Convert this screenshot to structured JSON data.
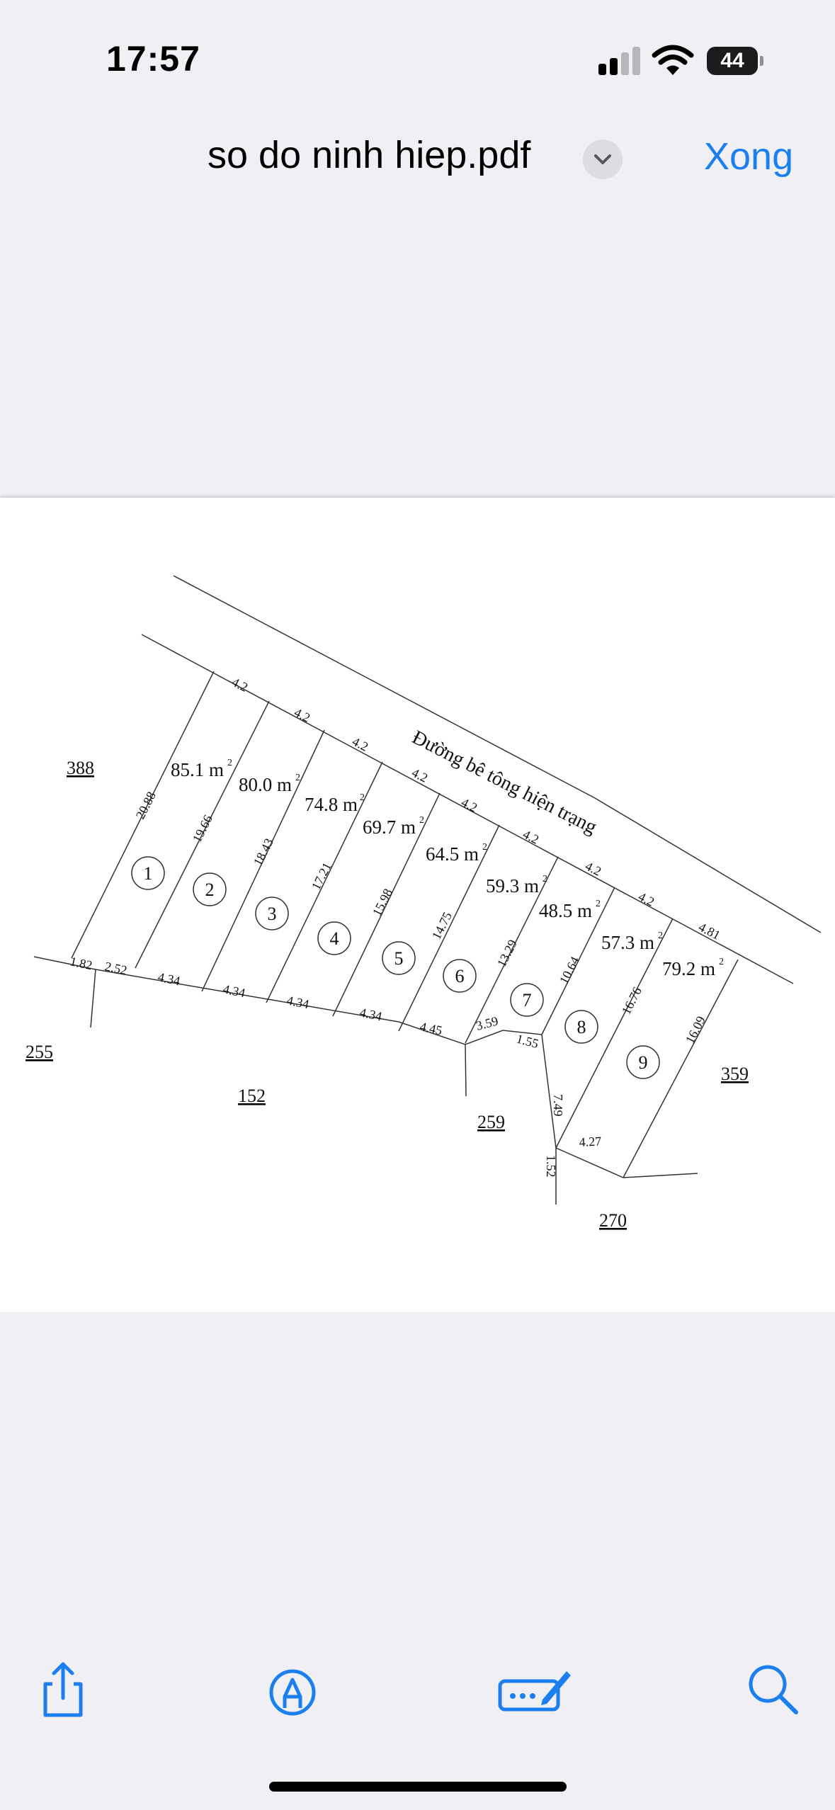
{
  "status_bar": {
    "time": "17:57",
    "battery_level": "44",
    "icons": [
      "cellular-signal-icon",
      "wifi-icon",
      "battery-icon"
    ]
  },
  "nav": {
    "document_title": "so do ninh hiep.pdf",
    "done_label": "Xong",
    "accent_color": "#1c7ff0"
  },
  "plan": {
    "road_label": "Đường bê tông hiện trạng",
    "lots": [
      {
        "number": "1",
        "area": "85.1 m",
        "area_sup": "2",
        "side_length": "20.88"
      },
      {
        "number": "2",
        "area": "80.0 m",
        "area_sup": "2",
        "side_length": "19.66"
      },
      {
        "number": "3",
        "area": "74.8 m",
        "area_sup": "2",
        "side_length": "18.43"
      },
      {
        "number": "4",
        "area": "69.7 m",
        "area_sup": "2",
        "side_length": "17.21"
      },
      {
        "number": "5",
        "area": "64.5 m",
        "area_sup": "2",
        "side_length": "15.98"
      },
      {
        "number": "6",
        "area": "59.3 m",
        "area_sup": "2",
        "side_length": "14.75"
      },
      {
        "number": "7",
        "area": "48.5 m",
        "area_sup": "2",
        "side_length": "13.29"
      },
      {
        "number": "8",
        "area": "57.3 m",
        "area_sup": "2",
        "side_length": "10.64"
      },
      {
        "number": "9",
        "area": "79.2 m",
        "area_sup": "2",
        "side_length": "16.76"
      }
    ],
    "last_side_length": "16.09",
    "frontage_widths": [
      "4.2",
      "4.2",
      "4.2",
      "4.2",
      "4.2",
      "4.2",
      "4.2",
      "4.2",
      "4.81"
    ],
    "rear_widths": [
      "1.82",
      "2.52",
      "4.34",
      "4.34",
      "4.34",
      "4.34",
      "4.45",
      "3.59",
      "1.55",
      "7.49",
      "1.52",
      "4.27"
    ],
    "neighbor_parcels": [
      "388",
      "255",
      "152",
      "259",
      "270",
      "359"
    ]
  },
  "toolbar": {
    "icons": [
      "share-icon",
      "markup-icon",
      "signature-icon",
      "search-icon"
    ]
  }
}
